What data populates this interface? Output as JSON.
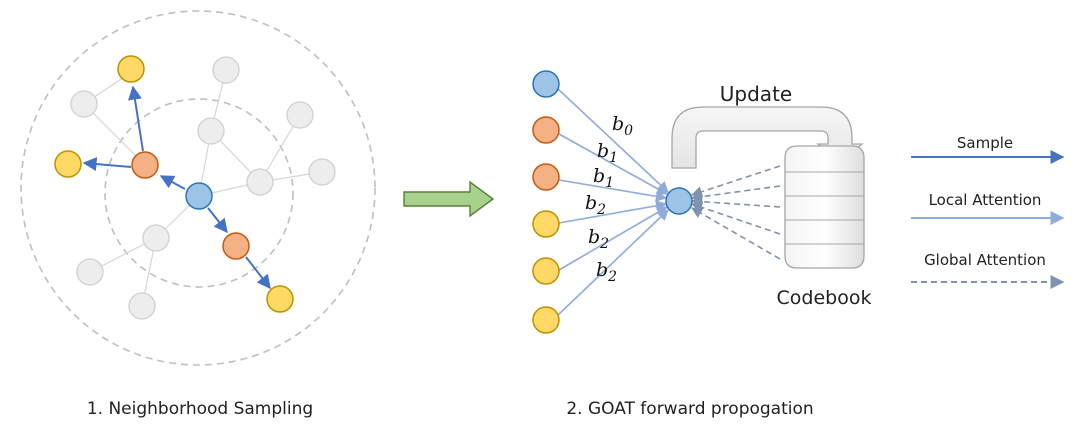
{
  "panels": {
    "left_caption": "1. Neighborhood Sampling",
    "right_caption": "2. GOAT forward propogation"
  },
  "forward": {
    "update_label": "Update",
    "codebook_label": "Codebook",
    "weights": [
      {
        "base": "b",
        "sub": "0"
      },
      {
        "base": "b",
        "sub": "1"
      },
      {
        "base": "b",
        "sub": "1"
      },
      {
        "base": "b",
        "sub": "2"
      },
      {
        "base": "b",
        "sub": "2"
      },
      {
        "base": "b",
        "sub": "2"
      }
    ]
  },
  "legend": {
    "sample": "Sample",
    "local": "Local Attention",
    "global": "Global Attention"
  },
  "colors": {
    "blue_node": "#9DC3E6",
    "blue_stroke": "#2E75B6",
    "orange_node": "#F4B183",
    "orange_stroke": "#C55A11",
    "yellow_node": "#FFD966",
    "yellow_stroke": "#BF9000",
    "gray_node": "#EDEDED",
    "gray_stroke": "#D0D0D0",
    "sample_arrow": "#4472C4",
    "local_arrow": "#8FAADC",
    "global_arrow": "#7F93AE",
    "green_arrow": "#A9D18E",
    "green_stroke": "#548235"
  }
}
